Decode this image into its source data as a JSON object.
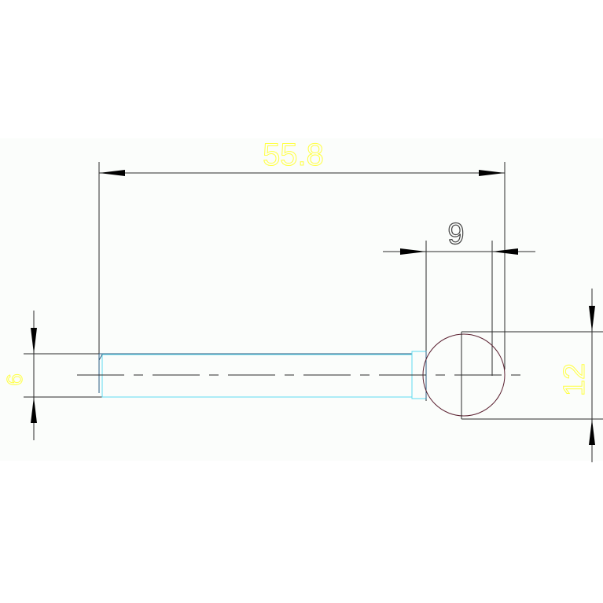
{
  "drawing": {
    "dimensions": {
      "length": "55.8",
      "offset": "9",
      "height_left": "6",
      "diameter": "12"
    },
    "colors": {
      "paper": "#fbfdfb",
      "line": "#2b2b2b",
      "dim_text_yellow": "#ffff44",
      "dim_text_dark": "#444444",
      "part_cyan": "#5fdcf0",
      "part_blue": "#2a5a80",
      "circle": "#5a2030"
    }
  }
}
